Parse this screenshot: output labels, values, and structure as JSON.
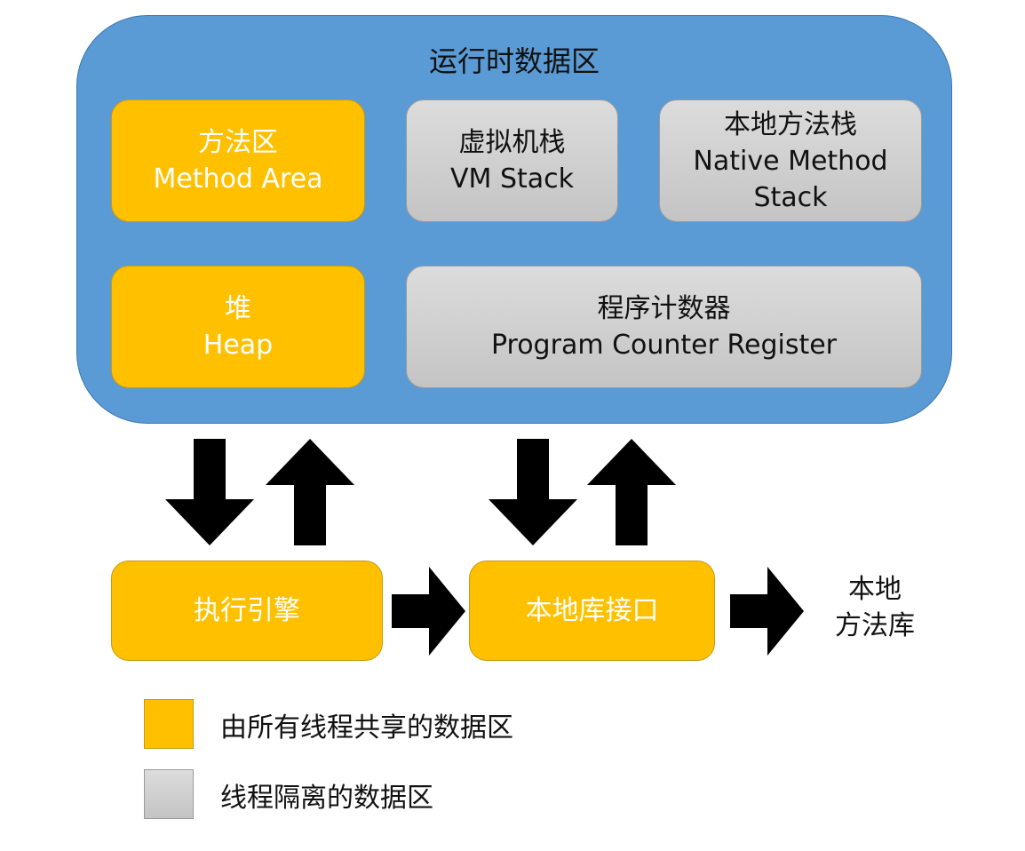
{
  "runtime_area": {
    "title": "运行时数据区"
  },
  "regions": {
    "method_area": {
      "zh": "方法区",
      "en": "Method Area"
    },
    "vm_stack": {
      "zh": "虚拟机栈",
      "en": "VM Stack"
    },
    "native_method_stack": {
      "zh": "本地方法栈",
      "en1": "Native Method",
      "en2": "Stack"
    },
    "heap": {
      "zh": "堆",
      "en": "Heap"
    },
    "program_counter": {
      "zh": "程序计数器",
      "en": "Program Counter Register"
    }
  },
  "execution": {
    "engine": "执行引擎",
    "native_interface": "本地库接口",
    "native_library_line1": "本地",
    "native_library_line2": "方法库"
  },
  "legend": {
    "shared": "由所有线程共享的数据区",
    "isolated": "线程隔离的数据区"
  },
  "colors": {
    "runtime_area": "#5b9bd5",
    "shared": "#ffc000",
    "isolated": "#cfcfcf",
    "arrow": "#000000"
  }
}
